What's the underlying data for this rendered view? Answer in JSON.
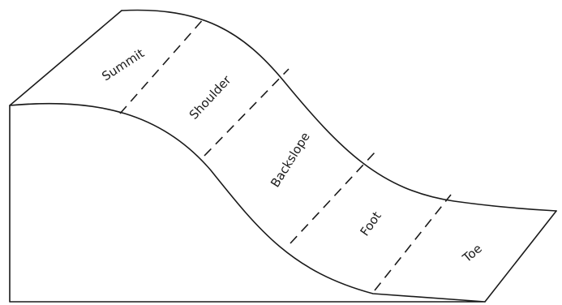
{
  "diagram": {
    "zones": [
      {
        "id": "summit",
        "label": "Summit"
      },
      {
        "id": "shoulder",
        "label": "Shoulder"
      },
      {
        "id": "backslope",
        "label": "Backslope"
      },
      {
        "id": "foot",
        "label": "Foot"
      },
      {
        "id": "toe",
        "label": "Toe"
      }
    ]
  }
}
